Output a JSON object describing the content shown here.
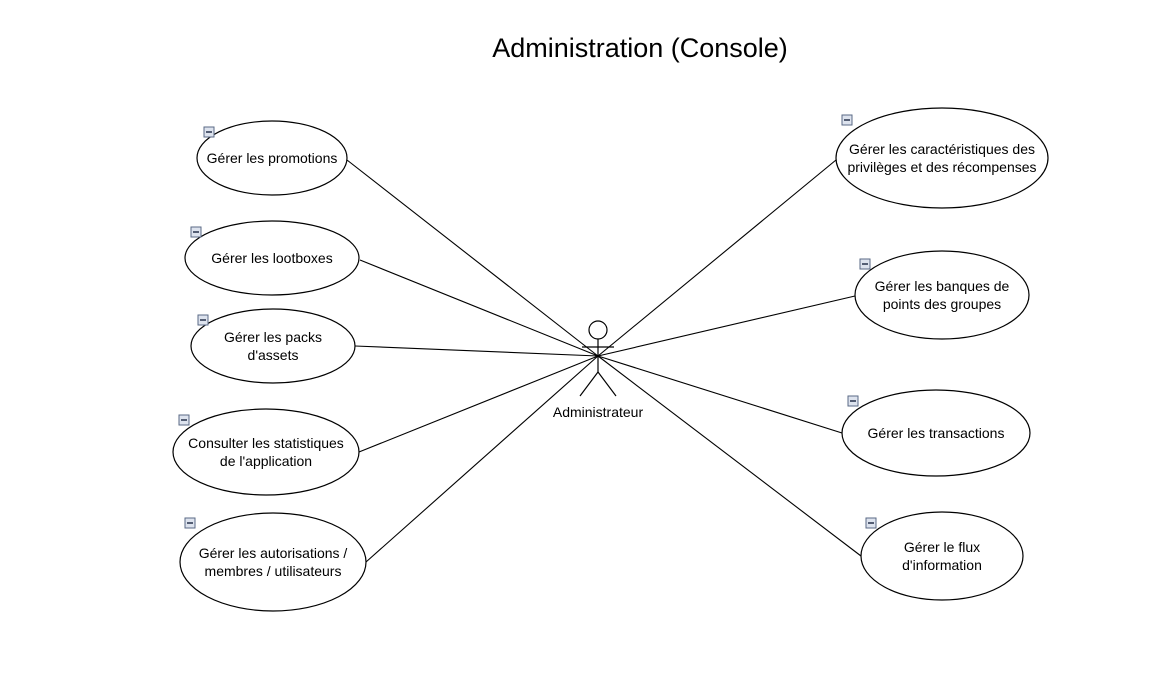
{
  "diagram": {
    "title": "Administration (Console)",
    "actor": {
      "name": "Administrateur"
    },
    "use_cases": [
      {
        "id": "promotions",
        "lines": [
          "Gérer les promotions"
        ]
      },
      {
        "id": "lootboxes",
        "lines": [
          "Gérer les lootboxes"
        ]
      },
      {
        "id": "packs",
        "lines": [
          "Gérer les packs",
          "d'assets"
        ]
      },
      {
        "id": "statistiques",
        "lines": [
          "Consulter les statistiques",
          "de l'application"
        ]
      },
      {
        "id": "autorisations",
        "lines": [
          "Gérer les autorisations /",
          "membres / utilisateurs"
        ]
      },
      {
        "id": "caracteristiques",
        "lines": [
          "Gérer les caractéristiques des",
          "privilèges et des récompenses"
        ]
      },
      {
        "id": "banques",
        "lines": [
          "Gérer les banques de",
          "points des groupes"
        ]
      },
      {
        "id": "transactions",
        "lines": [
          "Gérer les transactions"
        ]
      },
      {
        "id": "flux",
        "lines": [
          "Gérer le flux",
          "d'information"
        ]
      }
    ]
  }
}
